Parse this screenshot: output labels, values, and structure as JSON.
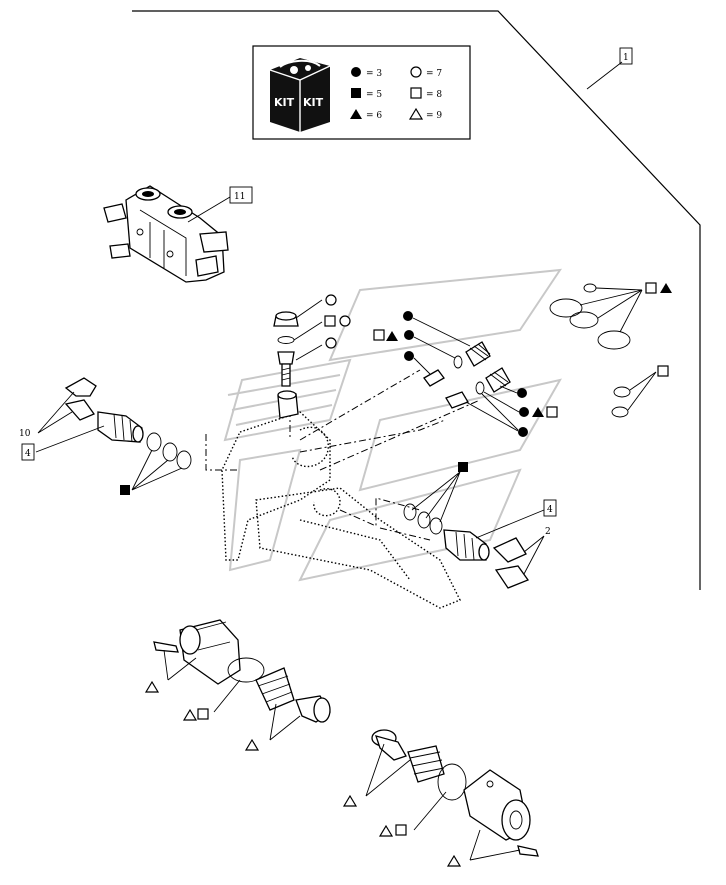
{
  "legend": {
    "kit_text": [
      "KIT",
      "KIT"
    ],
    "entries": [
      {
        "symbol": "filled-circle",
        "text": "= 3"
      },
      {
        "symbol": "open-circle",
        "text": "= 7"
      },
      {
        "symbol": "filled-square",
        "text": "= 5"
      },
      {
        "symbol": "open-square",
        "text": "= 8"
      },
      {
        "symbol": "filled-triangle",
        "text": "= 6"
      },
      {
        "symbol": "open-triangle",
        "text": "= 9"
      }
    ]
  },
  "callouts": {
    "frame_ref": "1",
    "valve_body": "11",
    "left_plug_ref": "4",
    "left_cap_ref": "10",
    "right_plug_ref": "4",
    "right_cap_ref": "2"
  },
  "colors": {
    "ink": "#000000",
    "watermark": "#c8c8c8",
    "paper": "#ffffff"
  }
}
